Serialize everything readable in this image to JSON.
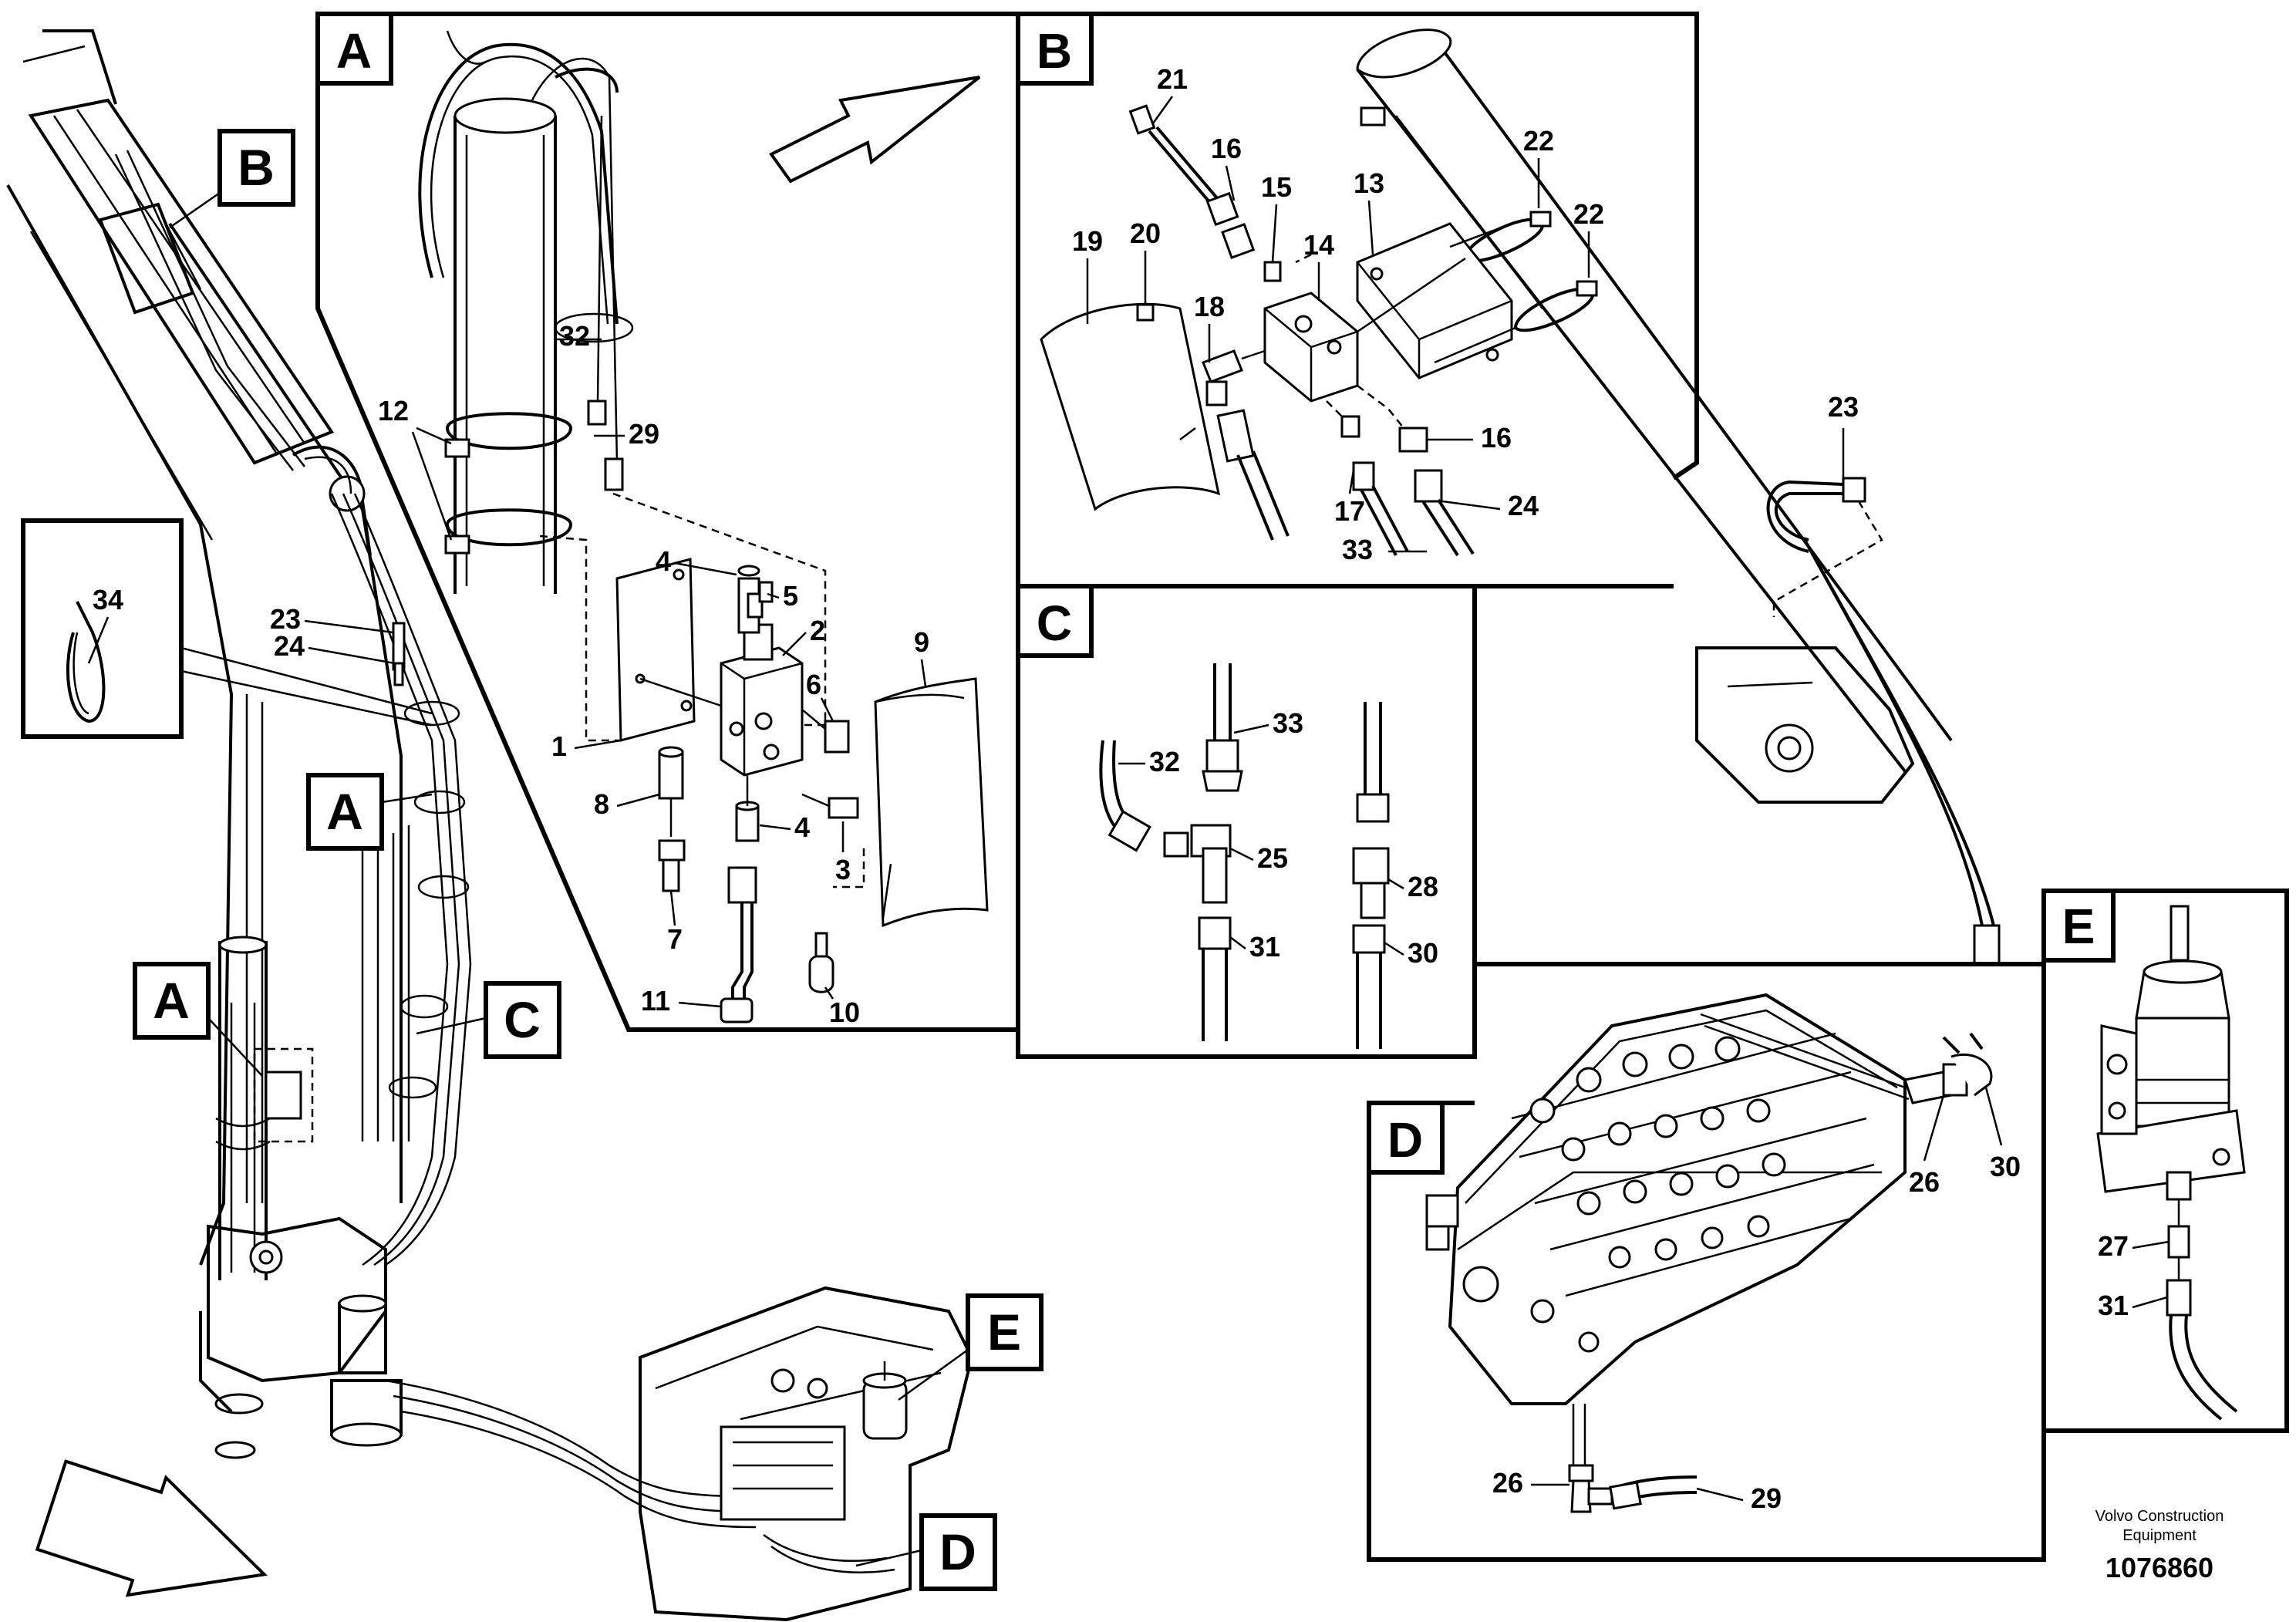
{
  "panels": {
    "A": "A",
    "B": "B",
    "C": "C",
    "D": "D",
    "E": "E"
  },
  "callouts": {
    "B": "B",
    "A_upper": "A",
    "A_lower": "A",
    "C": "C",
    "E": "E",
    "D": "D"
  },
  "labels": {
    "n1": "1",
    "n2": "2",
    "n3": "3",
    "n4a": "4",
    "n4b": "4",
    "n5": "5",
    "n6": "6",
    "n7": "7",
    "n8": "8",
    "n9": "9",
    "n10": "10",
    "n11": "11",
    "n12": "12",
    "n13": "13",
    "n14": "14",
    "n15": "15",
    "n16a": "16",
    "n16b": "16",
    "n17": "17",
    "n18": "18",
    "n19": "19",
    "n20": "20",
    "n21": "21",
    "n22a": "22",
    "n22b": "22",
    "n23a": "23",
    "n23b": "23",
    "n24a": "24",
    "n24b": "24",
    "n25": "25",
    "n26a": "26",
    "n26b": "26",
    "n27": "27",
    "n28": "28",
    "n29a": "29",
    "n29b": "29",
    "n30a": "30",
    "n30b": "30",
    "n31a": "31",
    "n31b": "31",
    "n32a": "32",
    "n32b": "32",
    "n33a": "33",
    "n33b": "33",
    "n34": "34"
  },
  "footer": {
    "company_line1": "Volvo Construction",
    "company_line2": "Equipment",
    "drawing_number": "1076860"
  }
}
